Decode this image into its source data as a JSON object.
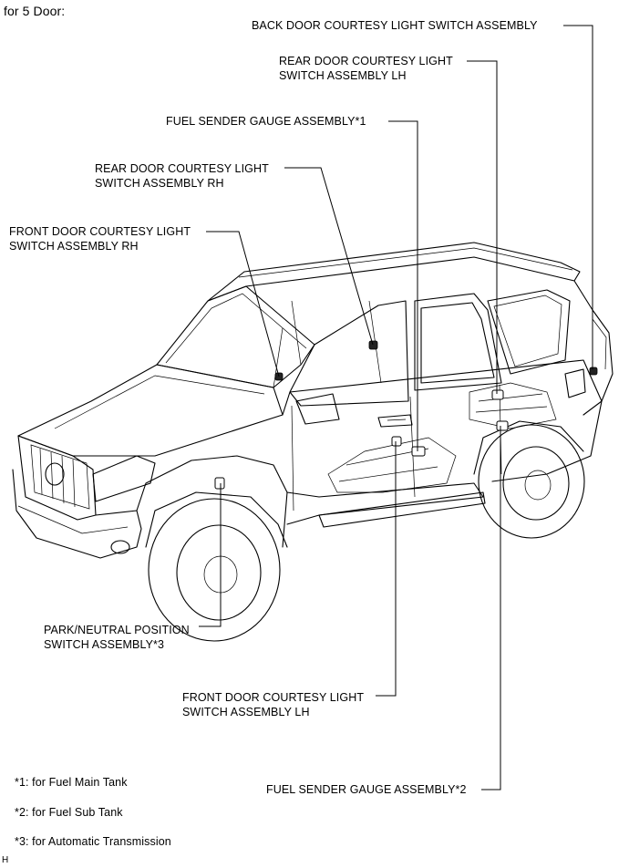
{
  "header": "for 5 Door:",
  "labels": {
    "back_door_switch": [
      "BACK DOOR COURTESY LIGHT SWITCH ASSEMBLY"
    ],
    "rear_door_switch_lh": [
      "REAR DOOR COURTESY LIGHT",
      "SWITCH ASSEMBLY LH"
    ],
    "fuel_sender_1": [
      "FUEL SENDER GAUGE ASSEMBLY*1"
    ],
    "rear_door_switch_rh": [
      "REAR DOOR COURTESY LIGHT",
      "SWITCH ASSEMBLY RH"
    ],
    "front_door_switch_rh": [
      "FRONT DOOR COURTESY LIGHT",
      "SWITCH ASSEMBLY RH"
    ],
    "park_neutral_switch": [
      "PARK/NEUTRAL POSITION",
      "SWITCH ASSEMBLY*3"
    ],
    "front_door_switch_lh": [
      "FRONT DOOR COURTESY LIGHT",
      "SWITCH ASSEMBLY LH"
    ],
    "fuel_sender_2": [
      "FUEL SENDER GAUGE ASSEMBLY*2"
    ]
  },
  "footnotes": [
    "*1: for Fuel Main Tank",
    "*2: for Fuel Sub Tank",
    "*3: for Automatic Transmission"
  ],
  "figure_id": "H"
}
